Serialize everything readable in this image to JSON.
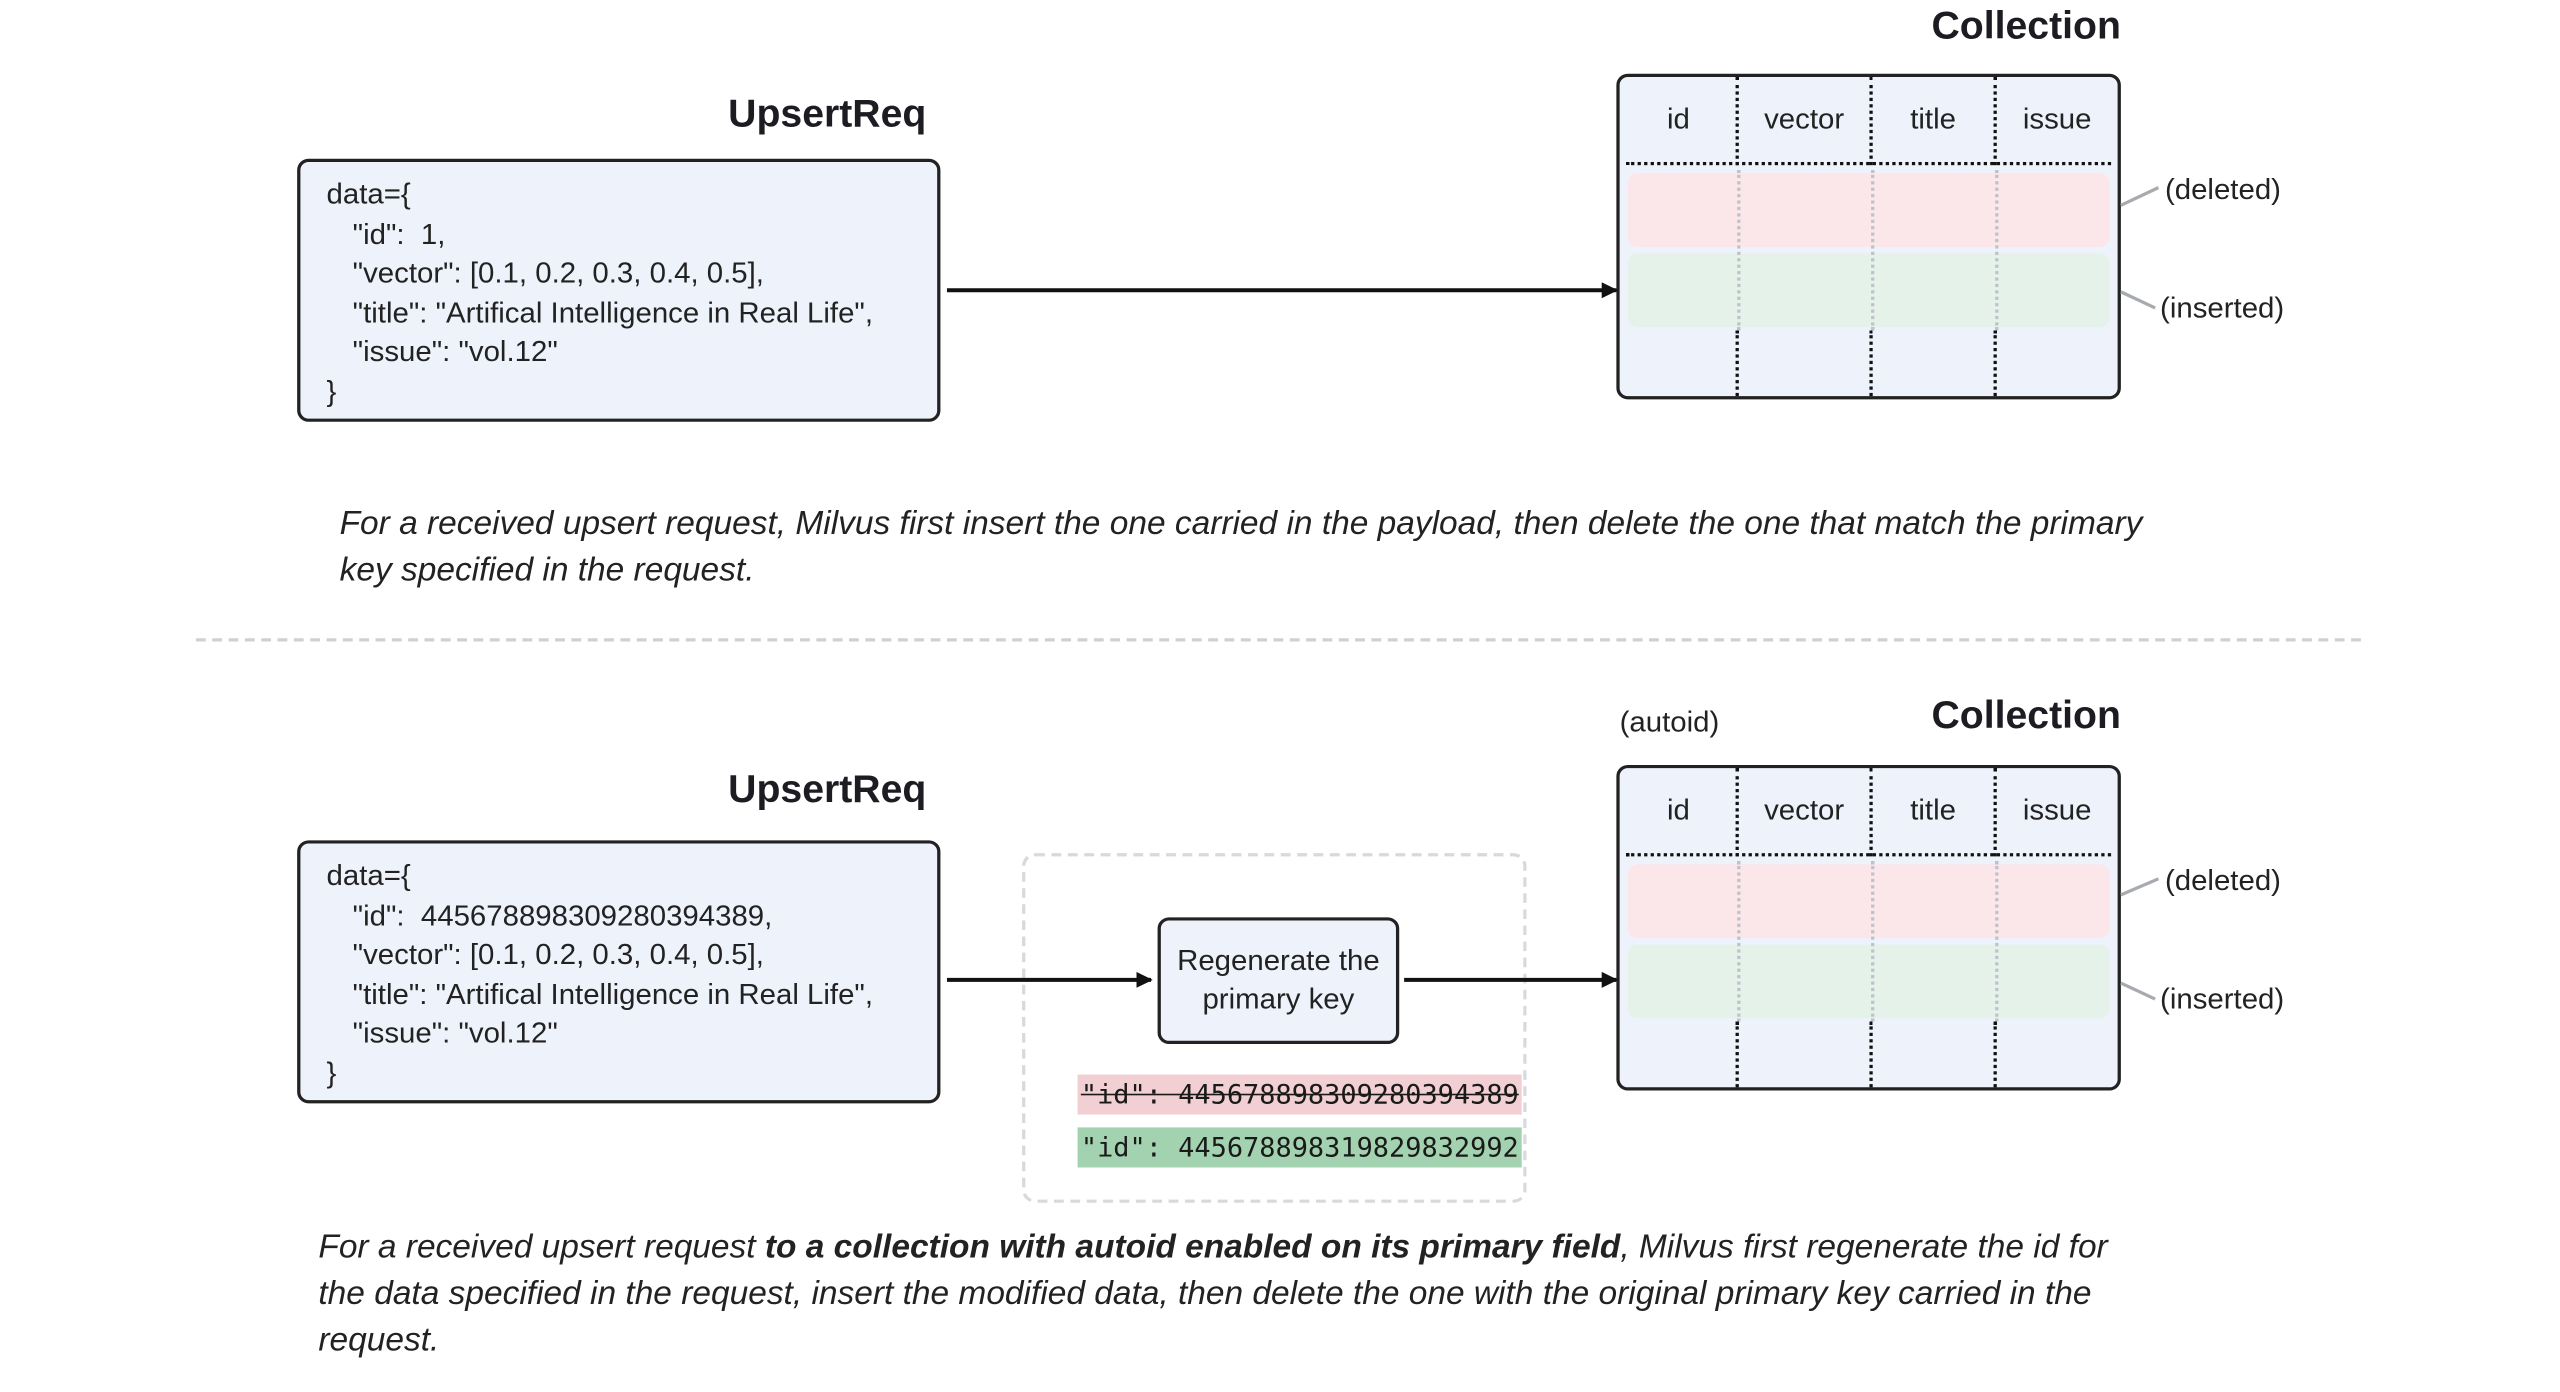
{
  "top": {
    "request_title": "UpsertReq",
    "request_lines": [
      "data={",
      "\"id\":  1,",
      "\"vector\": [0.1, 0.2, 0.3, 0.4, 0.5],",
      "\"title\": \"Artifical Intelligence in Real Life\",",
      "\"issue\": \"vol.12\"",
      "}"
    ],
    "collection_title": "Collection",
    "columns": [
      "id",
      "vector",
      "title",
      "issue"
    ],
    "deleted_label": "(deleted)",
    "inserted_label": "(inserted)",
    "note": "For a received upsert request, Milvus first insert the one carried in the payload, then delete the one that match the primary key specified in the request."
  },
  "bottom": {
    "request_title": "UpsertReq",
    "request_lines": [
      "data={",
      "\"id\":  445678898309280394389,",
      "\"vector\": [0.1, 0.2, 0.3, 0.4, 0.5],",
      "\"title\": \"Artifical Intelligence in Real Life\",",
      "\"issue\": \"vol.12\"",
      "}"
    ],
    "autoid_label": "(autoid)",
    "collection_title": "Collection",
    "columns": [
      "id",
      "vector",
      "title",
      "issue"
    ],
    "deleted_label": "(deleted)",
    "inserted_label": "(inserted)",
    "regen_line1": "Regenerate the",
    "regen_line2": "primary key",
    "old_id": "\"id\":  445678898309280394389",
    "new_id": "\"id\":  445678898319829832992",
    "note_part1": "For a received upsert request ",
    "note_bold": "to a collection with autoid enabled on its primary field",
    "note_part2": ", Milvus first regenerate the id for the data specified in the request, insert the modified data, then delete the one with the original primary key carried in the request."
  },
  "colors": {
    "box_fill": "#eef2fb",
    "deleted_fill": "#fbe6e9",
    "inserted_fill": "#e4f2ea",
    "old_id_fill": "#f2cfd2",
    "new_id_fill": "#a3d2b1"
  }
}
